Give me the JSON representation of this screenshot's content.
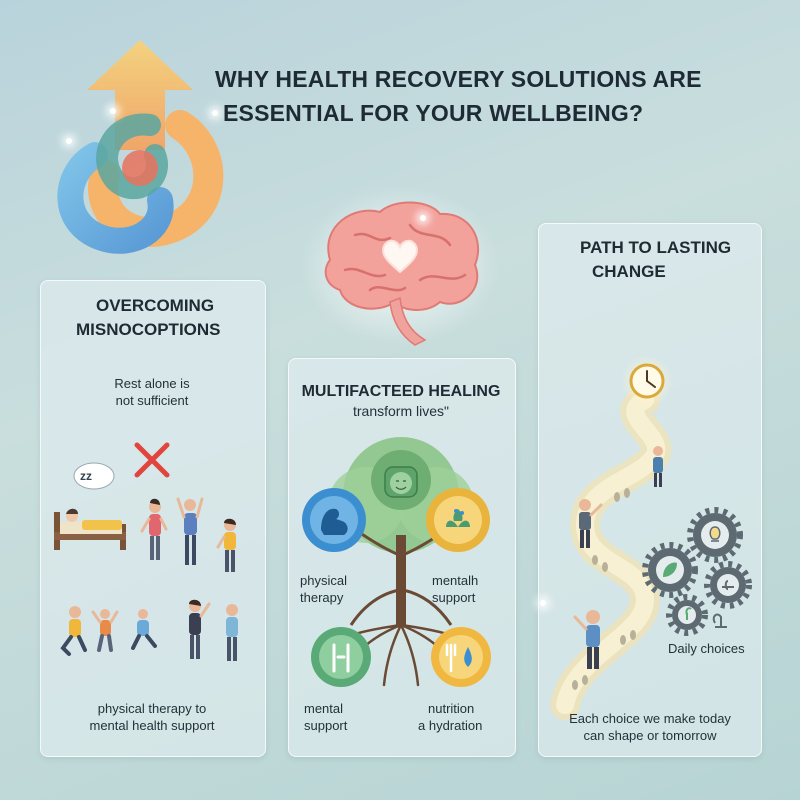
{
  "header": {
    "title_line1": "WHY HEALTH RECOVERY SOLUTIONS ARE",
    "title_line2": "ESSENTIAL FOR YOUR WELLBEING?"
  },
  "left_panel": {
    "title_line1": "OVERCOMING",
    "title_line2": "MISNOCOPTIONS",
    "subtitle_line1": "Rest alone is",
    "subtitle_line2": "not sufficient",
    "zzz": "zz",
    "footer_line1": "physical therapy to",
    "footer_line2": "mental health support"
  },
  "middle_panel": {
    "title": "MULTIFACTEED HEALING",
    "subtitle": "transform lives\"",
    "labels": {
      "physical_line1": "physical",
      "physical_line2": "therapy",
      "mental_top_line1": "mentalh",
      "mental_top_line2": "support",
      "mental_bottom_line1": "mental",
      "mental_bottom_line2": "support",
      "nutrition_line1": "nutrition",
      "nutrition_line2": "a hydration"
    }
  },
  "right_panel": {
    "title_line1": "PATH TO LASTING",
    "title_line2": "CHANGE",
    "daily_choices": "Daily choices",
    "footer_line1": "Each choice we make today",
    "footer_line2": "can shape or tomorrow"
  },
  "colors": {
    "physical": "#3b8fd0",
    "mental": "#e9b43c",
    "nutrition_left": "#5aaa78",
    "nutrition_right": "#f0b840",
    "brain": "#f0908c",
    "cross": "#e0463e"
  }
}
